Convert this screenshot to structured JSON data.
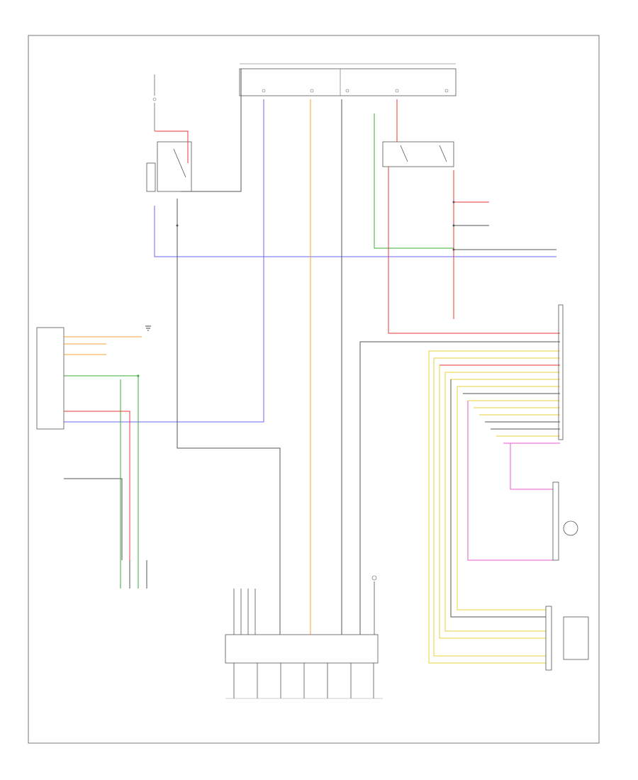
{
  "diagram": {
    "footer_code": "",
    "colors": {
      "blue": "#6a6af2",
      "orange": "#f4a23a",
      "red": "#e83a3a",
      "green": "#3aa83a",
      "yellow": "#e8d23a",
      "pink": "#e85ad0",
      "gray": "#555555"
    },
    "components": [
      {
        "id": "fuse-a",
        "label": ""
      },
      {
        "id": "fuse-b",
        "label": ""
      },
      {
        "id": "fuse-c",
        "label": ""
      },
      {
        "id": "clutch-switch",
        "label": ""
      },
      {
        "id": "brake-switch",
        "label": ""
      },
      {
        "id": "instrument-cluster",
        "label": ""
      },
      {
        "id": "steering-angle-sensor",
        "label": ""
      },
      {
        "id": "transmission-module",
        "label": ""
      },
      {
        "id": "data-link-connector",
        "label": ""
      },
      {
        "id": "engine-control-module",
        "label": ""
      },
      {
        "id": "stop-lamp-switch",
        "label": ""
      },
      {
        "id": "yaw-sensor",
        "label": ""
      },
      {
        "id": "ground-point",
        "label": ""
      }
    ]
  }
}
